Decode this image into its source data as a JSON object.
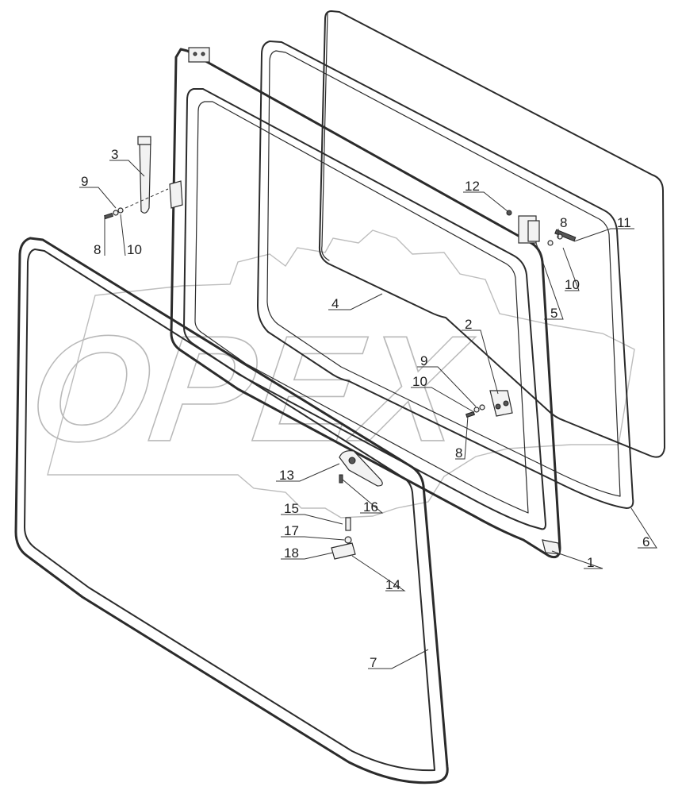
{
  "watermark": {
    "text": "OPEX"
  },
  "callouts": [
    {
      "id": "c1",
      "label": "1"
    },
    {
      "id": "c2",
      "label": "2"
    },
    {
      "id": "c3",
      "label": "3"
    },
    {
      "id": "c4",
      "label": "4"
    },
    {
      "id": "c5",
      "label": "5"
    },
    {
      "id": "c6",
      "label": "6"
    },
    {
      "id": "c7",
      "label": "7"
    },
    {
      "id": "c8a",
      "label": "8"
    },
    {
      "id": "c8b",
      "label": "8"
    },
    {
      "id": "c8c",
      "label": "8"
    },
    {
      "id": "c9a",
      "label": "9"
    },
    {
      "id": "c9b",
      "label": "9"
    },
    {
      "id": "c10a",
      "label": "10"
    },
    {
      "id": "c10b",
      "label": "10"
    },
    {
      "id": "c10c",
      "label": "10"
    },
    {
      "id": "c11",
      "label": "11"
    },
    {
      "id": "c12",
      "label": "12"
    },
    {
      "id": "c13",
      "label": "13"
    },
    {
      "id": "c14",
      "label": "14"
    },
    {
      "id": "c15",
      "label": "15"
    },
    {
      "id": "c16",
      "label": "16"
    },
    {
      "id": "c17",
      "label": "17"
    },
    {
      "id": "c18",
      "label": "18"
    }
  ]
}
